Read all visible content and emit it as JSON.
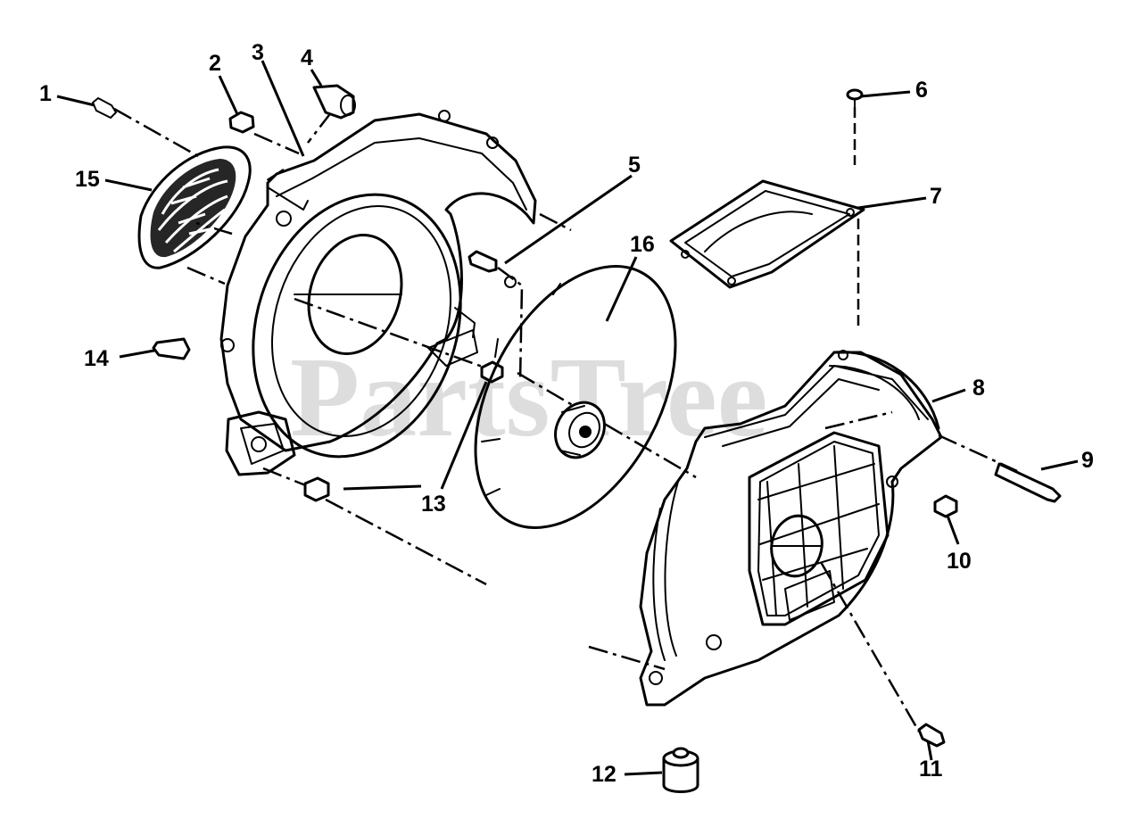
{
  "watermark": "PartsTree",
  "callouts": {
    "c1": "1",
    "c2": "2",
    "c3": "3",
    "c4": "4",
    "c5": "5",
    "c6": "6",
    "c7": "7",
    "c8": "8",
    "c9": "9",
    "c10": "10",
    "c11": "11",
    "c12": "12",
    "c13": "13",
    "c14": "14",
    "c15": "15",
    "c16": "16"
  }
}
